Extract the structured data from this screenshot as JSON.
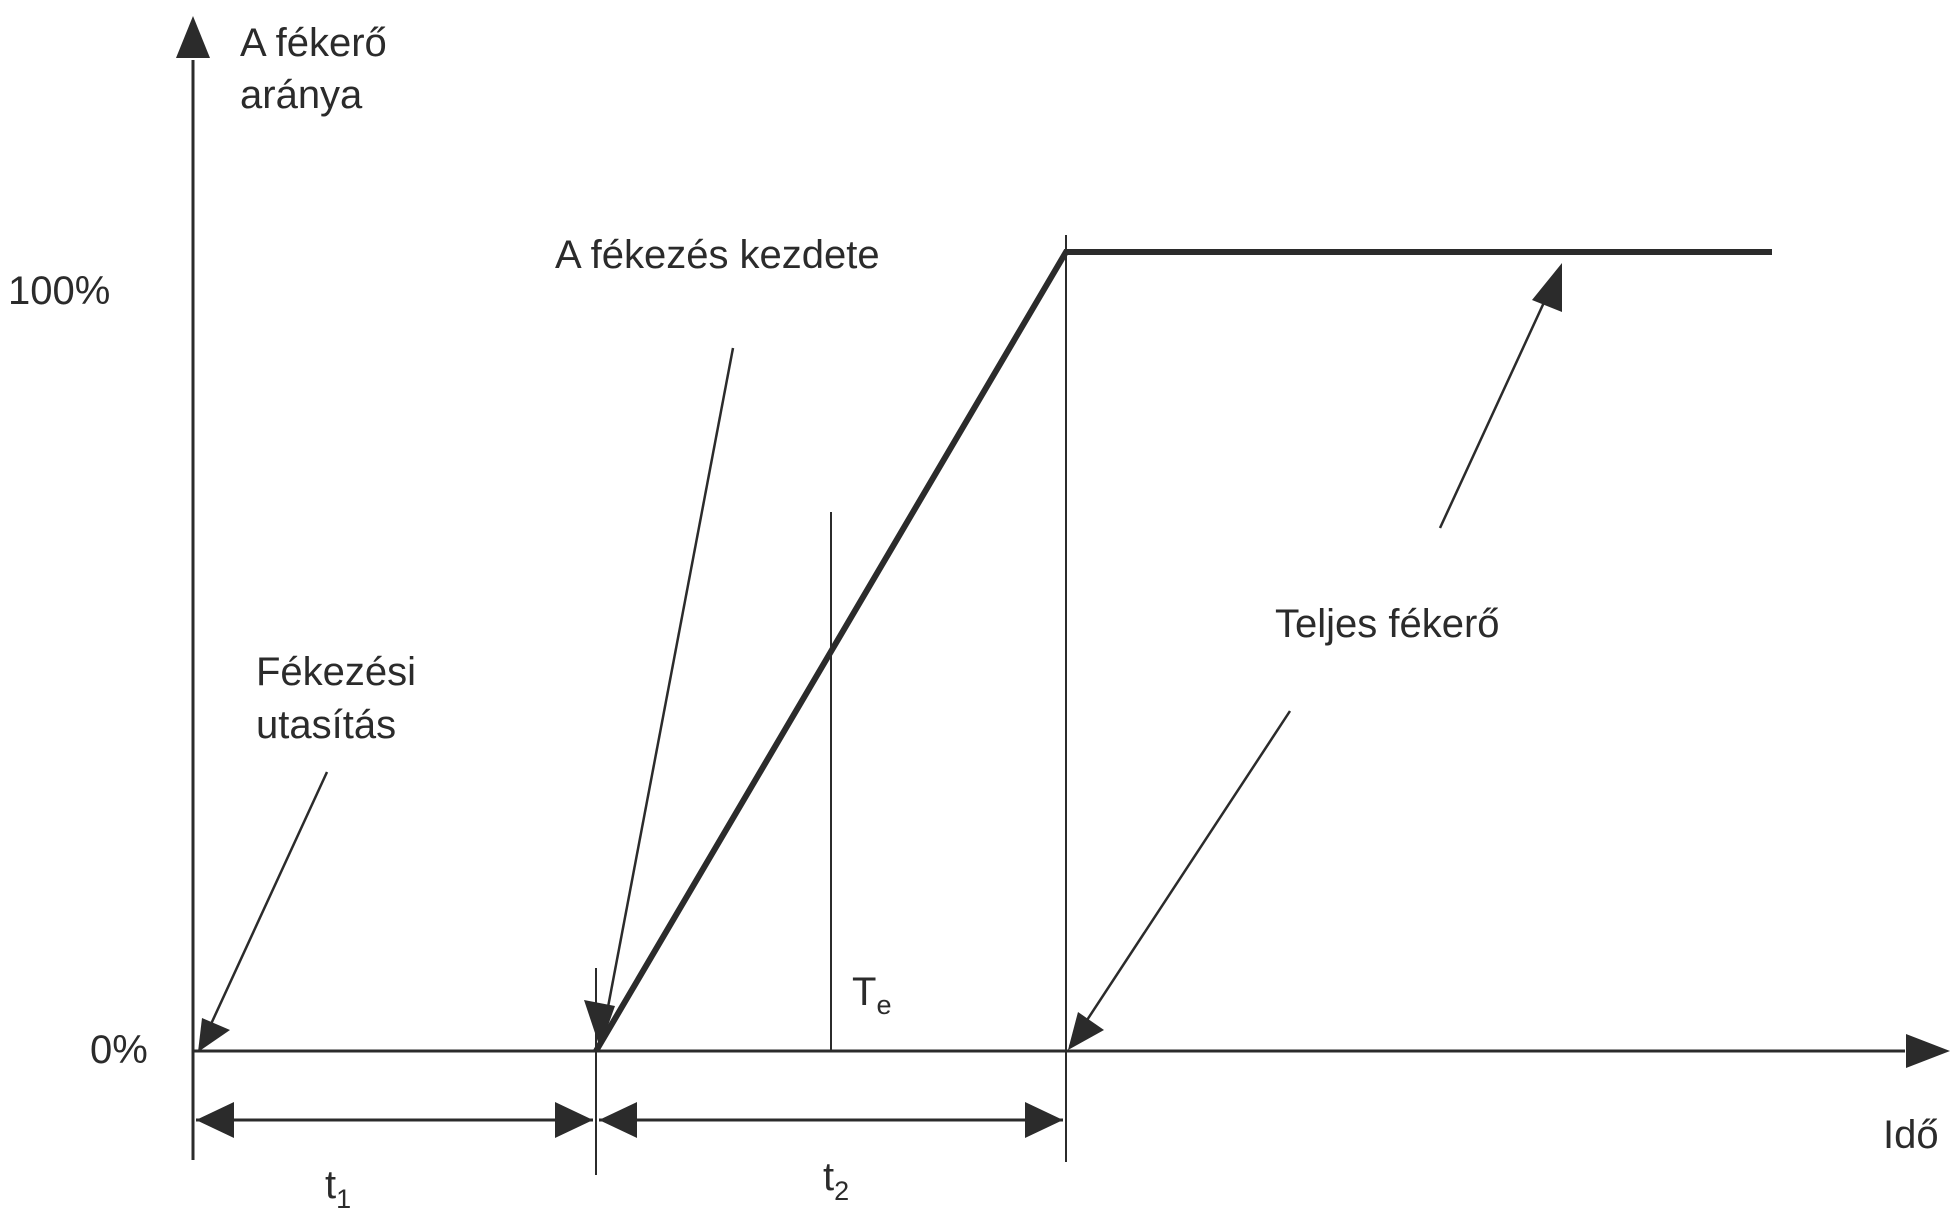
{
  "labels": {
    "y_axis_line1": "A fékerő",
    "y_axis_line2": "aránya",
    "y_100": "100%",
    "y_0": "0%",
    "x_axis": "Idő",
    "braking_start": "A fékezés kezdete",
    "command_line1": "Fékezési",
    "command_line2": "utasítás",
    "full_force": "Teljes fékerő",
    "te_main": "T",
    "te_sub": "e",
    "t1_main": "t",
    "t1_sub": "1",
    "t2_main": "t",
    "t2_sub": "2"
  },
  "colors": {
    "ink": "#2b2b2b",
    "background": "#ffffff"
  }
}
